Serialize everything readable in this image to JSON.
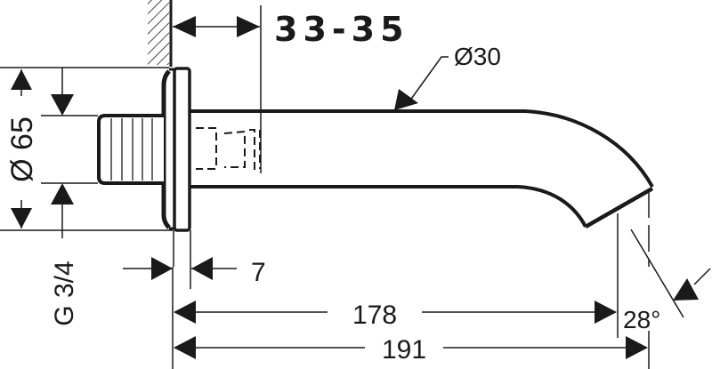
{
  "drawing": {
    "subject": "Wall-mounted bath spout, side elevation",
    "line_color": "#1a1a1a",
    "background": "#ffffff"
  },
  "dimensions": {
    "wall_depth_range": "33-35",
    "spout_diameter": "Ø30",
    "flange_diameter": "Ø 65",
    "thread_size": "G 3/4",
    "flange_thickness": "7",
    "projection_inner": "178",
    "projection_total": "191",
    "outlet_angle": "28°"
  }
}
